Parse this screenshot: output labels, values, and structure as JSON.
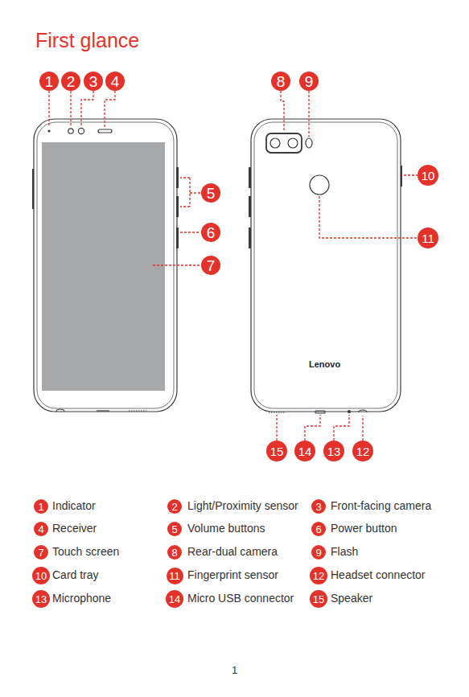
{
  "diagram": {
    "title": "First glance",
    "nodes": [
      {
        "text": [
          "1"
        ]
      },
      {
        "text": [
          "2"
        ]
      },
      {
        "text": [
          "3"
        ]
      },
      {
        "text": [
          "4"
        ]
      },
      {
        "text": [
          "8"
        ]
      },
      {
        "text": [
          "9"
        ]
      },
      {
        "text": [
          "10"
        ]
      },
      {
        "text": [
          "5"
        ]
      },
      {
        "text": [
          "6"
        ]
      },
      {
        "text": [
          "11"
        ]
      },
      {
        "text": [
          "7"
        ]
      },
      {
        "text": [
          "15"
        ]
      },
      {
        "text": [
          "14"
        ]
      },
      {
        "text": [
          "13"
        ]
      },
      {
        "text": [
          "12"
        ]
      },
      {
        "text": [
          "1"
        ]
      },
      {
        "text": [
          "2"
        ]
      },
      {
        "text": [
          "3"
        ]
      },
      {
        "text": [
          "4"
        ]
      },
      {
        "text": [
          "5"
        ]
      },
      {
        "text": [
          "6"
        ]
      },
      {
        "text": [
          "7"
        ]
      },
      {
        "text": [
          "8"
        ]
      },
      {
        "text": [
          "9"
        ]
      },
      {
        "text": [
          "10"
        ]
      },
      {
        "text": [
          "11"
        ]
      },
      {
        "text": [
          "12"
        ]
      },
      {
        "text": [
          "13"
        ]
      },
      {
        "text": [
          "14"
        ]
      },
      {
        "text": [
          "15"
        ]
      }
    ],
    "labels": [
      "Lenovo",
      "Indicator",
      "Light/Proximity sensor",
      "Front-facing camera",
      "Receiver",
      "Volume buttons",
      "Power button",
      "Touch screen",
      "Rear-dual camera",
      "Flash",
      "Card tray",
      "Fingerprint sensor",
      "Headset connector",
      "Microphone",
      "Micro USB connector",
      "Speaker",
      "1"
    ]
  }
}
